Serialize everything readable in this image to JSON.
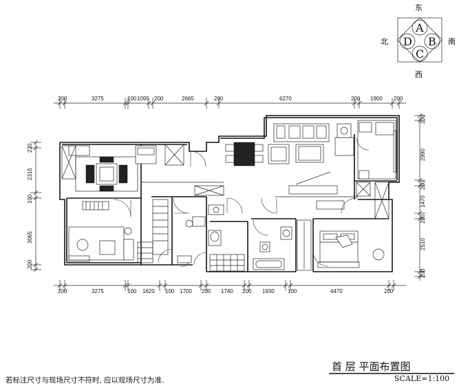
{
  "compass": {
    "east": "东",
    "south": "南",
    "west": "西",
    "north": "北",
    "letters": [
      "A",
      "B",
      "C",
      "D"
    ]
  },
  "dimensions": {
    "top": [
      "200",
      "3275",
      "100",
      "1095",
      "200",
      "2665",
      "200",
      "6270",
      "200",
      "1900",
      "200"
    ],
    "bottom": [
      "200",
      "3275",
      "100",
      "1620",
      "100",
      "1700",
      "200",
      "1740",
      "200",
      "1930",
      "100",
      "4470",
      "200"
    ],
    "left": [
      "230",
      "2315",
      "100",
      "3065",
      "200"
    ],
    "right": [
      "200",
      "2990",
      "200",
      "1470",
      "200",
      "2510",
      "200"
    ]
  },
  "title": "首 层 平面布置图",
  "scale": "SCALE=1:100",
  "note": "若标注尺寸与现场尺寸不符时, 应以现场尺寸为准."
}
